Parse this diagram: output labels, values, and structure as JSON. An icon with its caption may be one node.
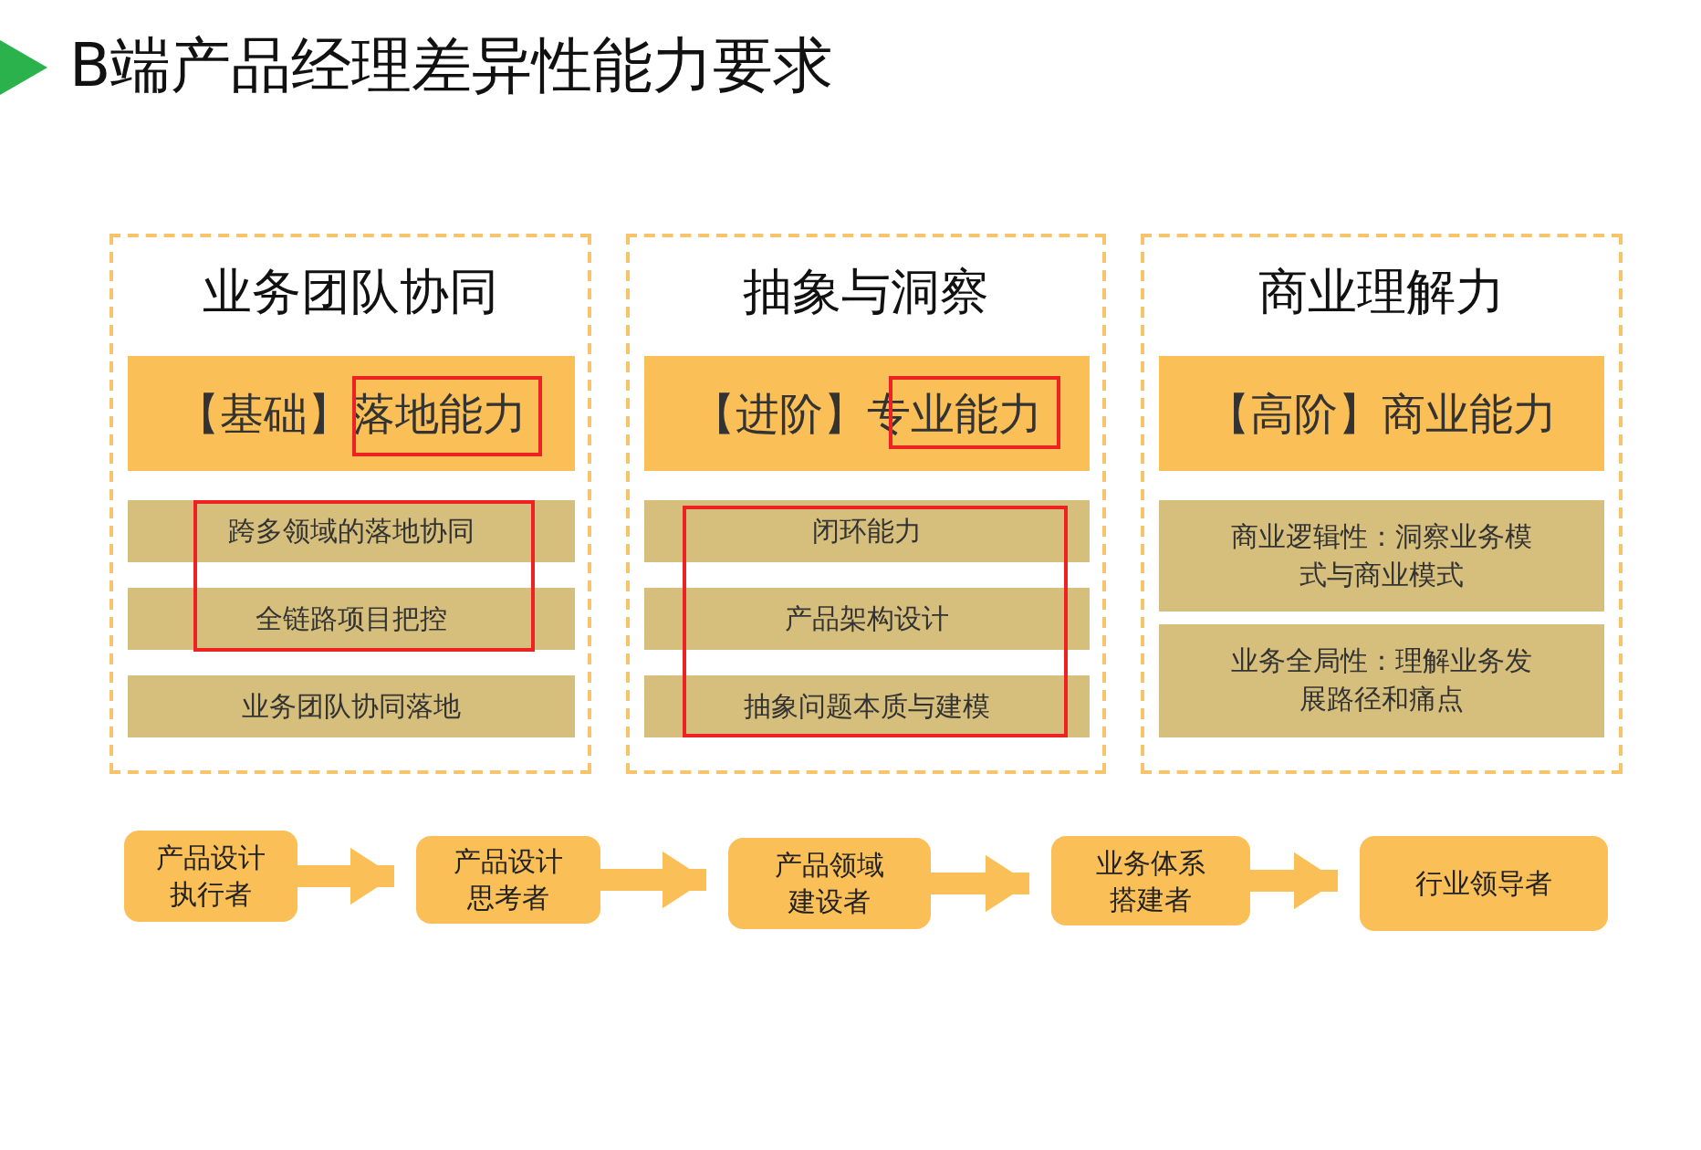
{
  "diagram": {
    "title": "B端产品经理差异性能力要求",
    "nodes": [
      {
        "text": [
          "业务团队协同"
        ]
      },
      {
        "text": [
          "【基础】落地能力"
        ],
        "in": 0
      },
      {
        "text": [
          "跨多领域的落地协同"
        ],
        "in": 0
      },
      {
        "text": [
          "全链路项目把控"
        ],
        "in": 0
      },
      {
        "text": [
          "业务团队协同落地"
        ],
        "in": 0
      },
      {
        "text": [
          "抽象与洞察"
        ]
      },
      {
        "text": [
          "【进阶】专业能力"
        ],
        "in": 5
      },
      {
        "text": [
          "闭环能力"
        ],
        "in": 5
      },
      {
        "text": [
          "产品架构设计"
        ],
        "in": 5
      },
      {
        "text": [
          "抽象问题本质与建模"
        ],
        "in": 5
      },
      {
        "text": [
          "商业理解力"
        ]
      },
      {
        "text": [
          "【高阶】商业能力"
        ],
        "in": 10
      },
      {
        "text": [
          "商业逻辑性：洞察业务模式与商业模式"
        ],
        "in": 10
      },
      {
        "text": [
          "业务全局性：理解业务发展路径和痛点"
        ],
        "in": 10
      },
      {
        "text": [
          "产品设计执行者"
        ]
      },
      {
        "text": [
          "产品设计思考者"
        ]
      },
      {
        "text": [
          "产品领域建设者"
        ]
      },
      {
        "text": [
          "业务体系搭建者"
        ]
      },
      {
        "text": [
          "行业领导者"
        ]
      }
    ],
    "edges": [
      {
        "from": 14,
        "to": 15,
        "arrow": "to"
      },
      {
        "from": 15,
        "to": 16,
        "arrow": "to"
      },
      {
        "from": 16,
        "to": 17,
        "arrow": "to"
      },
      {
        "from": 17,
        "to": 18,
        "arrow": "to"
      }
    ]
  }
}
